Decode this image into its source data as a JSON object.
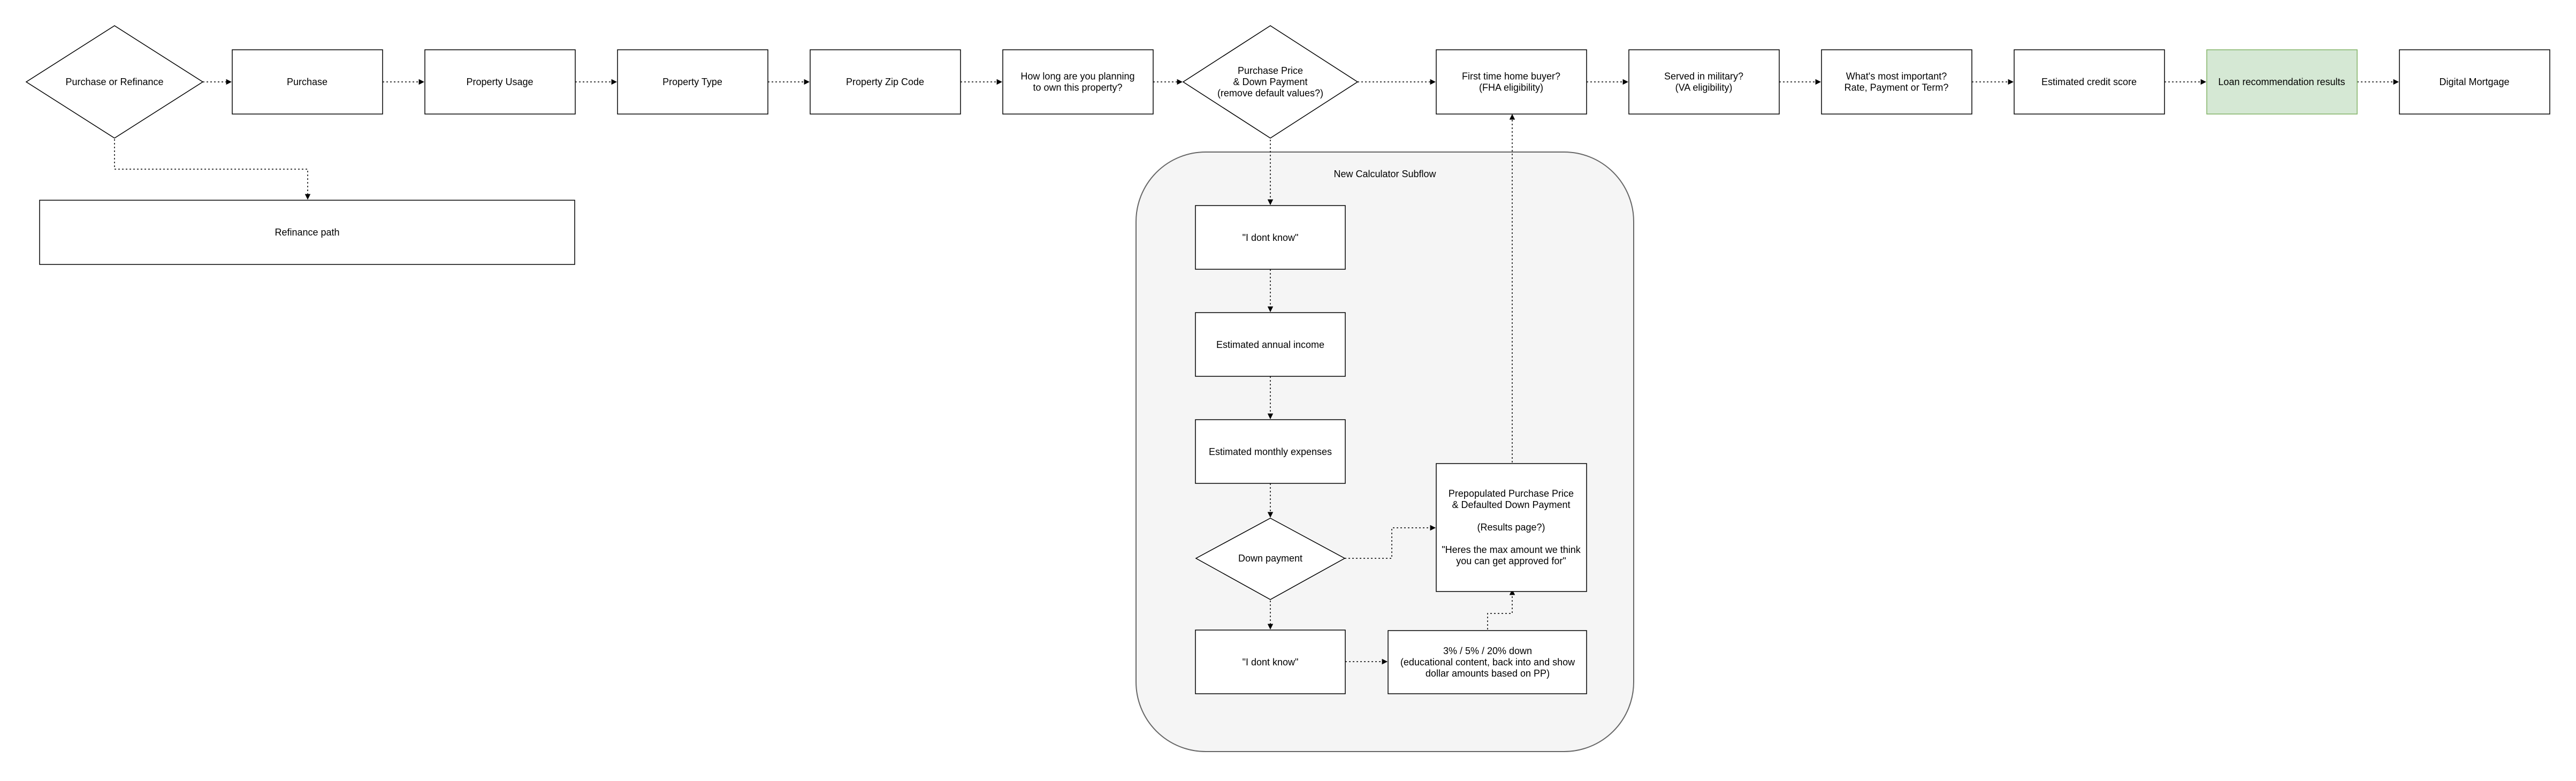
{
  "main_flow": {
    "purchase_or_refinance": "Purchase or Refinance",
    "purchase": "Purchase",
    "property_usage": "Property Usage",
    "property_type": "Property Type",
    "property_zip_code": "Property Zip Code",
    "how_long": [
      "How long are you planning",
      "to own this property?"
    ],
    "purchase_price": [
      "Purchase Price",
      "& Down Payment",
      "(remove default values?)"
    ],
    "first_time_buyer": [
      "First time home buyer?",
      "(FHA eligibility)"
    ],
    "served_military": [
      "Served in military?",
      "(VA eligibility)"
    ],
    "most_important": [
      "What's most important?",
      "Rate, Payment or Term?"
    ],
    "credit_score": "Estimated credit score",
    "loan_results": "Loan recommendation results",
    "digital_mortgage": "Digital Mortgage",
    "refinance_path": "Refinance path"
  },
  "subflow": {
    "title": "New Calculator Subflow",
    "dont_know_1": "\"I dont know\"",
    "annual_income": "Estimated annual income",
    "monthly_expenses": "Estimated monthly expenses",
    "down_payment": "Down payment",
    "dont_know_2": "\"I dont know\"",
    "percent_down": [
      "3% / 5% / 20% down",
      "(educational content, back into and show",
      "dollar amounts based on PP)"
    ],
    "prepopulated": [
      "Prepopulated Purchase Price",
      "& Defaulted Down Payment",
      "",
      "(Results page?)",
      "",
      "\"Heres the max amount we think",
      "you can get approved for\""
    ]
  },
  "colors": {
    "highlight_fill": "#d5e8d4",
    "highlight_stroke": "#82b366",
    "subflow_fill": "#f5f5f5",
    "subflow_stroke": "#666666"
  }
}
